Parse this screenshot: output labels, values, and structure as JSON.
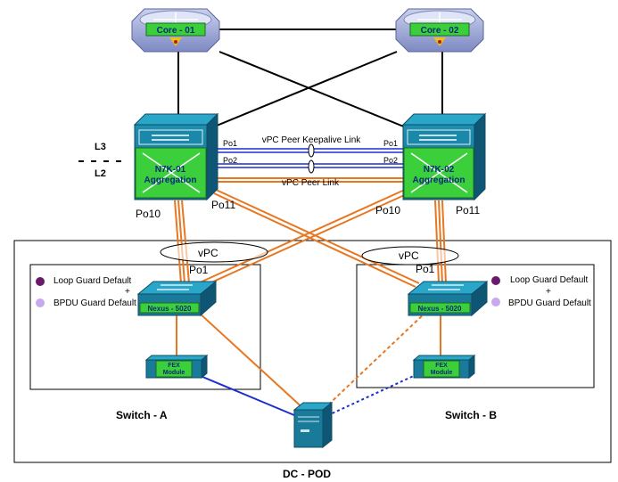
{
  "core": {
    "left_label": "Core - 01",
    "right_label": "Core - 02"
  },
  "aggregation": {
    "left_name": "N7K-01",
    "left_role": "Aggregation",
    "right_name": "N7K-02",
    "right_role": "Aggregation"
  },
  "layers": {
    "l3": "L3",
    "l2": "L2"
  },
  "links": {
    "keepalive_label": "vPC Peer Keepalive Link",
    "peer_link_label": "vPC Peer Link",
    "po1": "Po1",
    "po2": "Po2",
    "po10": "Po10",
    "po11": "Po11",
    "vpc": "vPC"
  },
  "switch_a": {
    "title": "Switch -  A",
    "nexus_label": "Nexus - 5020",
    "fex_line1": "FEX",
    "fex_line2": "Module",
    "loop_guard": "Loop Guard Default",
    "plus": "+",
    "bpdu_guard": "BPDU Guard  Default"
  },
  "switch_b": {
    "title": "Switch -  B",
    "nexus_label": "Nexus - 5020",
    "fex_line1": "FEX",
    "fex_line2": "Module",
    "loop_guard": "Loop Guard Default",
    "plus": "+",
    "bpdu_guard": "BPDU Guard  Default"
  },
  "pod_label": "DC - POD",
  "colors": {
    "orange": "#e87722",
    "blue": "#1c2fd0",
    "switch_body": "#1a7a9a",
    "switch_green": "#3ccf3c",
    "core_body": "#9aa6d6",
    "loop_guard_dot": "#6a1a6a",
    "bpdu_guard_dot": "#c8a8ef"
  },
  "icons": [
    "router-icon",
    "aggregation-switch-icon",
    "nexus-switch-icon",
    "fex-module-icon",
    "server-icon"
  ]
}
